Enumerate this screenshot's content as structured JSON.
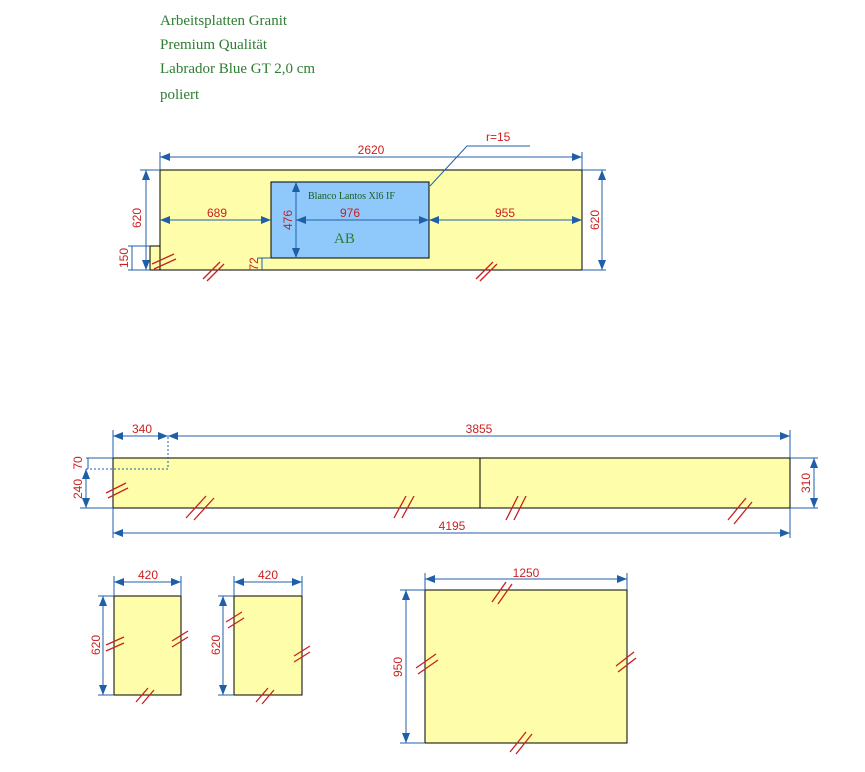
{
  "header": {
    "line1": "Arbeitsplatten Granit",
    "line2": "Premium Qualität",
    "line3": "Labrador Blue GT 2,0 cm",
    "line4": "poliert"
  },
  "colors": {
    "slab_fill": "#fdfdaa",
    "sink_fill": "#8fc8fb",
    "dimension_line": "#1f5fa8",
    "dimension_text": "#cc1f1f",
    "heading_text": "#2e7d32",
    "edge_mark": "#cc1f1f"
  },
  "slab1": {
    "width": "2620",
    "height_left": "620",
    "height_right": "620",
    "radius": "r=15",
    "offset_left": "689",
    "sink_width": "976",
    "offset_right": "955",
    "sink_depth": "476",
    "bottom_gap": "72",
    "corner_notch": "150",
    "sink_label": "Blanco Lantos  Xl6 IF",
    "cutout_label": "AB"
  },
  "slab2": {
    "notch_width": "340",
    "main_length": "3855",
    "notch_depth": "70",
    "height_left": "240",
    "height_right": "310",
    "total_length": "4195"
  },
  "piece1": {
    "width": "420",
    "height": "620"
  },
  "piece2": {
    "width": "420",
    "height": "620"
  },
  "piece3": {
    "width": "1250",
    "height": "950"
  }
}
